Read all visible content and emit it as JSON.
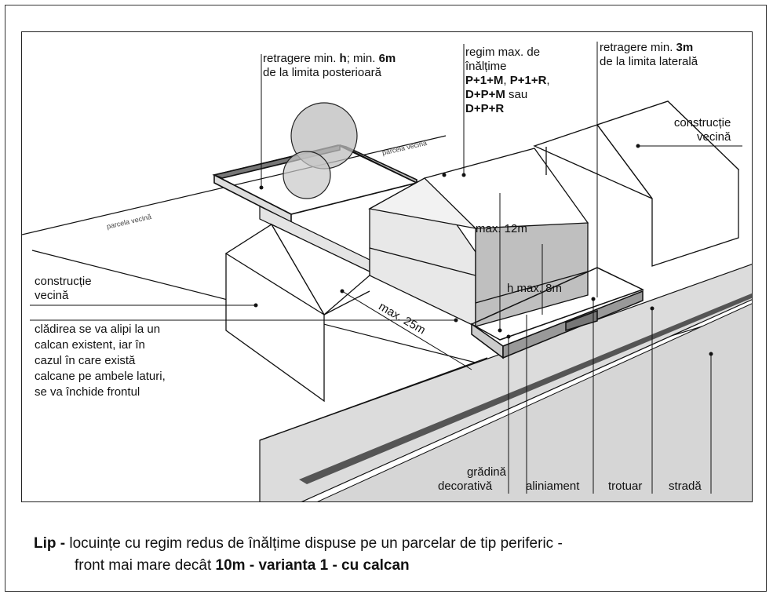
{
  "labels": {
    "rear_setback_a": "retragere min. ",
    "rear_setback_h": "h",
    "rear_setback_b": "; min. ",
    "rear_setback_6m": "6m",
    "rear_setback_line2": "de la limita posterioară",
    "height_line1": "regim max. de",
    "height_line2": "înălțime",
    "height_opt1": "P+1+M",
    "height_sep1": ", ",
    "height_opt2": "P+1+R",
    "height_sep2": ",",
    "height_opt3": "D+P+M",
    "height_sau": " sau",
    "height_opt4": "D+P+R",
    "lateral_a": "retragere min. ",
    "lateral_3m": "3m",
    "lateral_line2": "de la limita laterală",
    "neighbor_right_1": "construcție",
    "neighbor_right_2": "vecină",
    "neighbor_left_1": "construcție",
    "neighbor_left_2": "vecină",
    "max12": "max. 12m",
    "hmax8": "h max. 8m",
    "max25": "max. 25m",
    "calcan_1": "clădirea se va alipi la un",
    "calcan_2": "calcan existent, iar în",
    "calcan_3": "cazul în care există",
    "calcan_4": "calcane pe ambele laturi,",
    "calcan_5": "se va închide frontul",
    "parcela_left": "parcela vecină",
    "parcela_top": "parcela vecină",
    "gradina_1": "grădină",
    "gradina_2": "decorativă",
    "aliniament": "aliniament",
    "trotuar": "trotuar",
    "strada": "stradă"
  },
  "caption": {
    "lip": "Lip -",
    "line1": " locuințe cu regim redus de înălțime dispuse pe un parcelar de tip periferic -",
    "line2_a": "front mai mare decât ",
    "line2_b": "10m",
    "line2_c": "  - varianta 1 - cu calcan"
  }
}
